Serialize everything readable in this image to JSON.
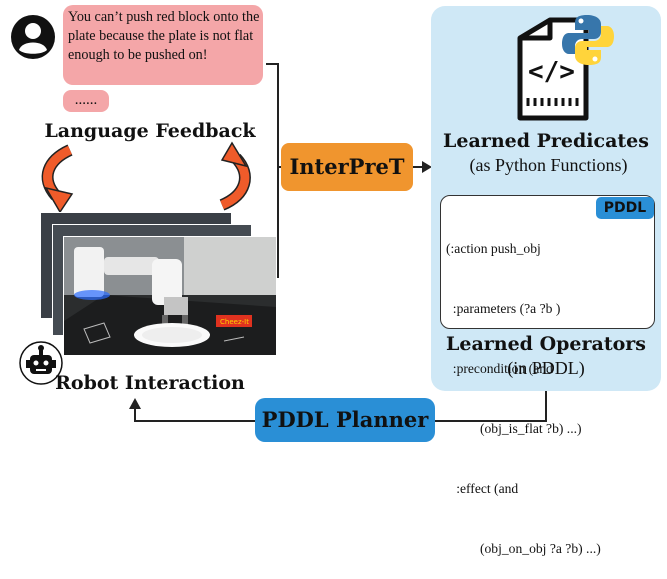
{
  "feedback": {
    "message": "You can’t push red block onto the plate because the plate is not flat enough to be pushed on!",
    "ellipsis": "......",
    "title": "Language Feedback"
  },
  "robot": {
    "title": "Robot Interaction",
    "box_label": "Cheez-It"
  },
  "interpret": {
    "label": "InterPreT"
  },
  "predicates": {
    "title": "Learned Predicates",
    "subtitle": "(as Python Functions)"
  },
  "pddl": {
    "badge": "PDDL",
    "lines": [
      "(:action push_obj",
      "  :parameters (?a ?b )",
      "  :precondition (and",
      "          (obj_is_flat ?b) ...)",
      "   :effect (and",
      "          (obj_on_obj ?a ?b) ...)"
    ]
  },
  "operators": {
    "title": "Learned Operators",
    "subtitle": "(in PDDL)"
  },
  "planner": {
    "label": "PDDL Planner"
  },
  "colors": {
    "bubble": "#f4a6a8",
    "interpret": "#f0952e",
    "planner": "#2a8fd6",
    "panel": "#cfe8f6",
    "cycle_arrow": "#ef5b2a"
  },
  "icons": [
    "user-icon",
    "robot-icon",
    "python-file-icon",
    "python-logo-icon",
    "cycle-arrow-icon"
  ]
}
